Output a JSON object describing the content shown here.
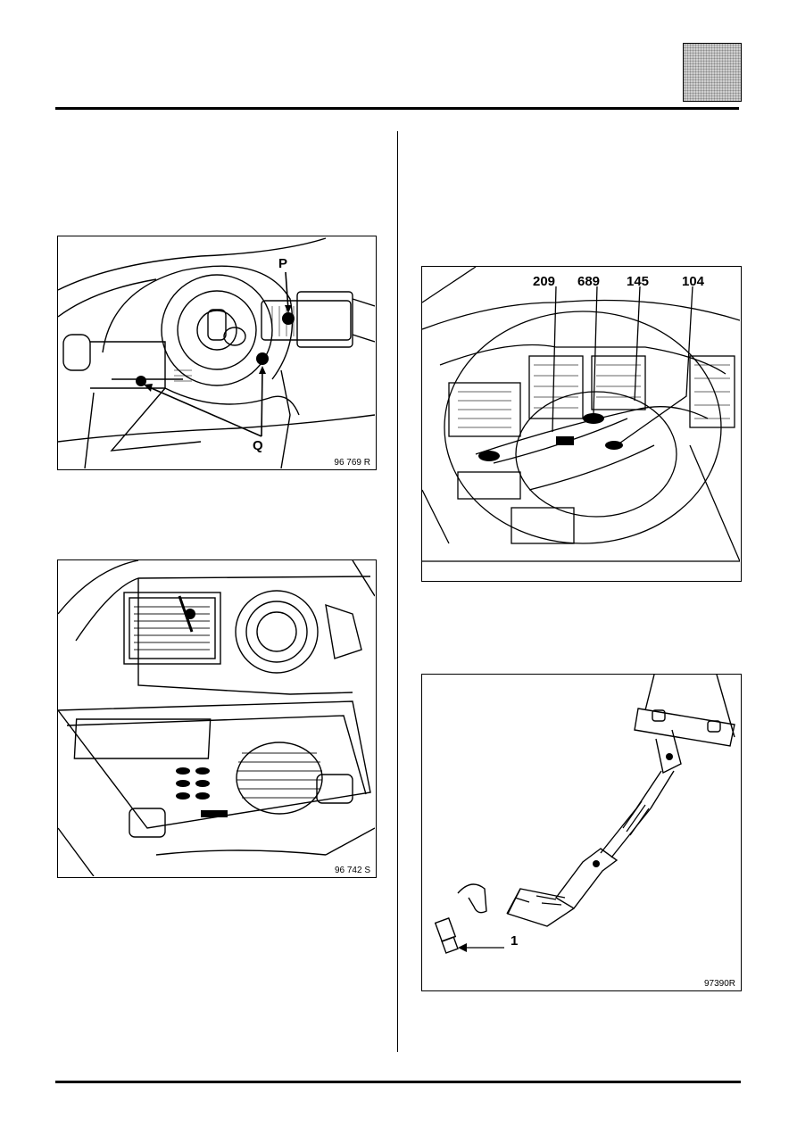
{
  "figures": {
    "fig1": {
      "code": "96 769 R",
      "callouts": {
        "p": "P",
        "q": "Q"
      }
    },
    "fig2": {
      "code": "96 742 S"
    },
    "fig3": {
      "code": "",
      "callouts": {
        "c209": "209",
        "c689": "689",
        "c145": "145",
        "c104": "104"
      }
    },
    "fig4": {
      "code": "97390R",
      "callouts": {
        "c1": "1"
      }
    }
  }
}
